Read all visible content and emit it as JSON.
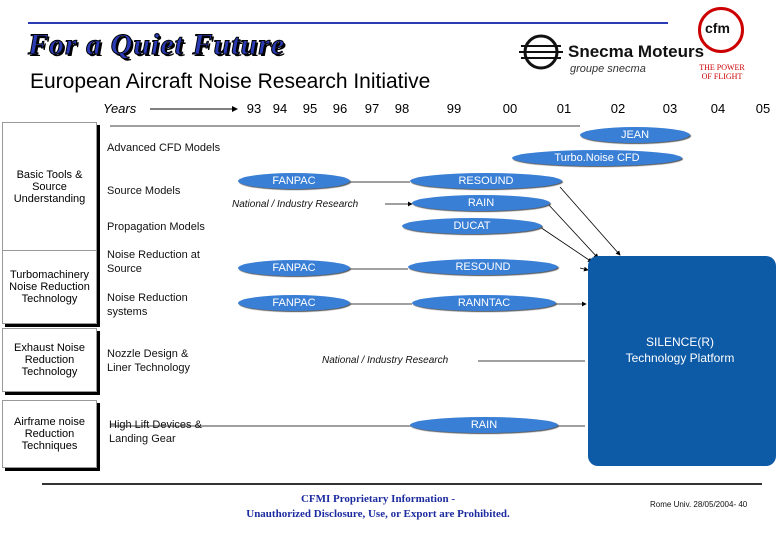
{
  "header": {
    "title": "For a Quiet Future",
    "subtitle": "European Aircraft Noise Research Initiative",
    "snecma_name": "Snecma Moteurs",
    "snecma_group": "groupe snecma",
    "cfm_logo": "cfm",
    "cfm_tagline": "THE POWER OF FLIGHT"
  },
  "timeline": {
    "label": "Years",
    "years": [
      "93",
      "94",
      "95",
      "96",
      "97",
      "98",
      "99",
      "00",
      "01",
      "02",
      "03",
      "04",
      "05"
    ]
  },
  "categories": [
    "Basic Tools & Source Understanding",
    "Turbomachinery Noise Reduction Technology",
    "Exhaust Noise Reduction Technology",
    "Airframe noise Reduction Techniques"
  ],
  "activities": [
    "Advanced CFD Models",
    "Source Models",
    "Propagation Models",
    "Noise Reduction at Source",
    "Noise Reduction systems",
    "Nozzle Design & Liner Technology",
    "High Lift Devices & Landing Gear"
  ],
  "programs": {
    "jean": "JEAN",
    "turbonoise": "Turbo.Noise CFD",
    "fanpac1": "FANPAC",
    "resound1": "RESOUND",
    "rain1": "RAIN",
    "ducat": "DUCAT",
    "fanpac2": "FANPAC",
    "resound2": "RESOUND",
    "fanpac3": "FANPAC",
    "ranntac": "RANNTAC",
    "rain2": "RAIN"
  },
  "national1": "National / Industry Research",
  "national2": "National / Industry Research",
  "platform": "SILENCE(R) Technology Platform",
  "footer": {
    "line1": "CFMI Proprietary Information -",
    "line2": "Unauthorized Disclosure, Use, or Export are Prohibited.",
    "right": "Rome Univ. 28/05/2004- 40"
  },
  "colors": {
    "title_blue": "#2a3bb5",
    "pill_blue": "#3a7fd6",
    "platform_blue": "#0d5aa7",
    "cfm_red": "#cc0000"
  }
}
